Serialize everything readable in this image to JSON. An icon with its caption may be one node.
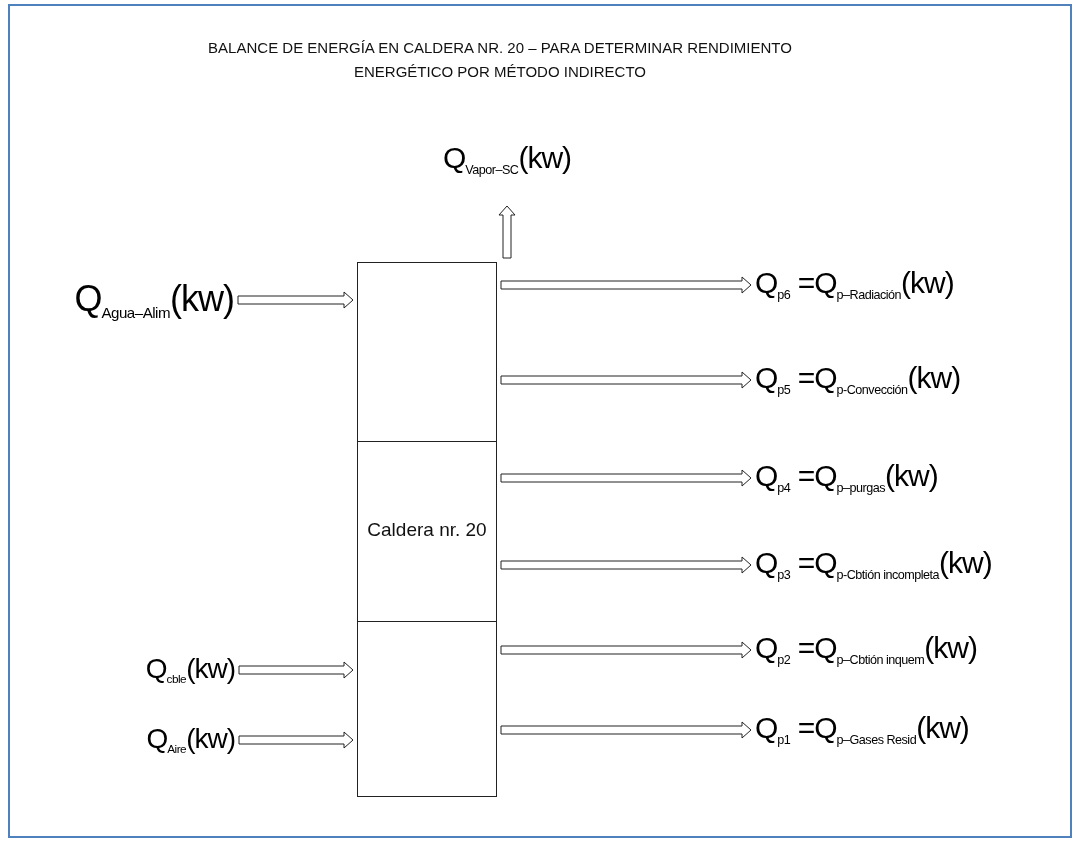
{
  "diagram": {
    "title": "BALANCE DE ENERGÍA EN CALDERA NR. 20 – PARA DETERMINAR RENDIMIENTO ENERGÉTICO POR MÉTODO INDIRECTO",
    "nodes": [
      {
        "text": [
          "Caldera nr. 20"
        ]
      },
      {
        "text": [
          "Q$_{Vapor–SC}$(kw)"
        ]
      },
      {
        "text": [
          "Q$_{Agua–Alim}$(kw)"
        ]
      },
      {
        "text": [
          "Q$_{cble}$(kw)"
        ]
      },
      {
        "text": [
          "Q$_{Aire}$(kw)"
        ]
      },
      {
        "text": [
          "Q$_{p6}$ =Q$_{p–Radiación}$(kw)"
        ]
      },
      {
        "text": [
          "Q$_{p5}$ =Q$_{p-Convección}$(kw)"
        ]
      },
      {
        "text": [
          "Q$_{p4}$ =Q$_{p–purgas}$(kw)"
        ]
      },
      {
        "text": [
          "Q$_{p3}$ =Q$_{p-Cbtión incompleta}$(kw)"
        ]
      },
      {
        "text": [
          "Q$_{p2}$ =Q$_{p–Cbtión inquem}$(kw)"
        ]
      },
      {
        "text": [
          "Q$_{p1}$ =Q$_{p–Gases Resid}$(kw)"
        ]
      }
    ],
    "edges": [
      {
        "from": 0,
        "to": 1,
        "arrow": "to"
      },
      {
        "from": 2,
        "to": 0,
        "arrow": "to"
      },
      {
        "from": 3,
        "to": 0,
        "arrow": "to"
      },
      {
        "from": 4,
        "to": 0,
        "arrow": "to"
      },
      {
        "from": 0,
        "to": 5,
        "arrow": "to"
      },
      {
        "from": 0,
        "to": 6,
        "arrow": "to"
      },
      {
        "from": 0,
        "to": 7,
        "arrow": "to"
      },
      {
        "from": 0,
        "to": 8,
        "arrow": "to"
      },
      {
        "from": 0,
        "to": 9,
        "arrow": "to"
      },
      {
        "from": 0,
        "to": 10,
        "arrow": "to"
      }
    ]
  }
}
